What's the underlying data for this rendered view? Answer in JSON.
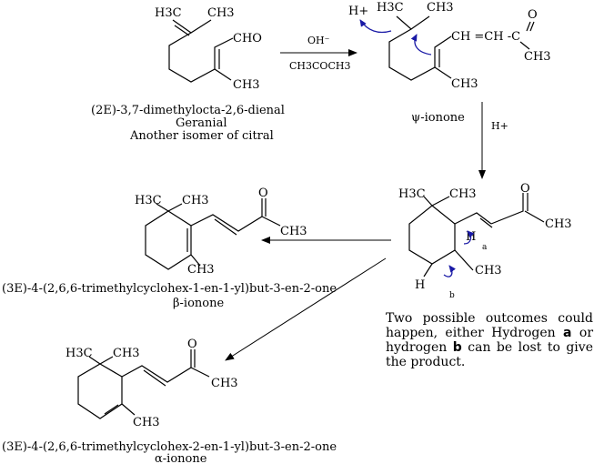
{
  "geranial": {
    "iupac": "(2E)-3,7-dimethylocta-2,6-dienal",
    "name": "Geranial",
    "description": "Another isomer of citral",
    "labels": {
      "h3c": "H3C",
      "ch3_top": "CH3",
      "cho": "CHO",
      "ch3_bottom": "CH3"
    }
  },
  "step1": {
    "reagent_above": "OH⁻",
    "reagent_below": "CH3COCH3"
  },
  "psi_ionone": {
    "name": "ψ-ionone",
    "labels": {
      "h_plus": "H+",
      "h3c": "H3C",
      "ch3_top": "CH3",
      "chain": "CH =CH -C",
      "o": "O",
      "ch3_end": "CH3",
      "ch3_bottom": "CH3"
    }
  },
  "step2": {
    "reagent": "H+"
  },
  "carbocation": {
    "labels": {
      "h3c": "H3C",
      "ch3_gem": "CH3",
      "o": "O",
      "ch3_ketone": "CH3",
      "ha": "H",
      "ha_sub": "a",
      "ch3_ring": "CH3",
      "hb": "H",
      "hb_sub": "b"
    }
  },
  "beta_ionone": {
    "iupac": "(3E)-4-(2,6,6-trimethylcyclohex-1-en-1-yl)but-3-en-2-one",
    "name": "β-ionone",
    "labels": {
      "h3c": "H3C",
      "ch3_gem": "CH3",
      "o": "O",
      "ch3_ketone": "CH3",
      "ch3_ring": "CH3"
    }
  },
  "alpha_ionone": {
    "iupac": "(3E)-4-(2,6,6-trimethylcyclohex-2-en-1-yl)but-3-en-2-one",
    "name": "α-ionone",
    "labels": {
      "h3c": "H3C",
      "ch3_gem": "CH3",
      "o": "O",
      "ch3_ketone": "CH3",
      "ch3_ring": "CH3"
    }
  },
  "note": {
    "line1": "Two possible outcomes could happen, either Hydrogen",
    "a": "a",
    "middle": "or hydrogen",
    "b": "b",
    "line2": "can be lost to give the product."
  }
}
